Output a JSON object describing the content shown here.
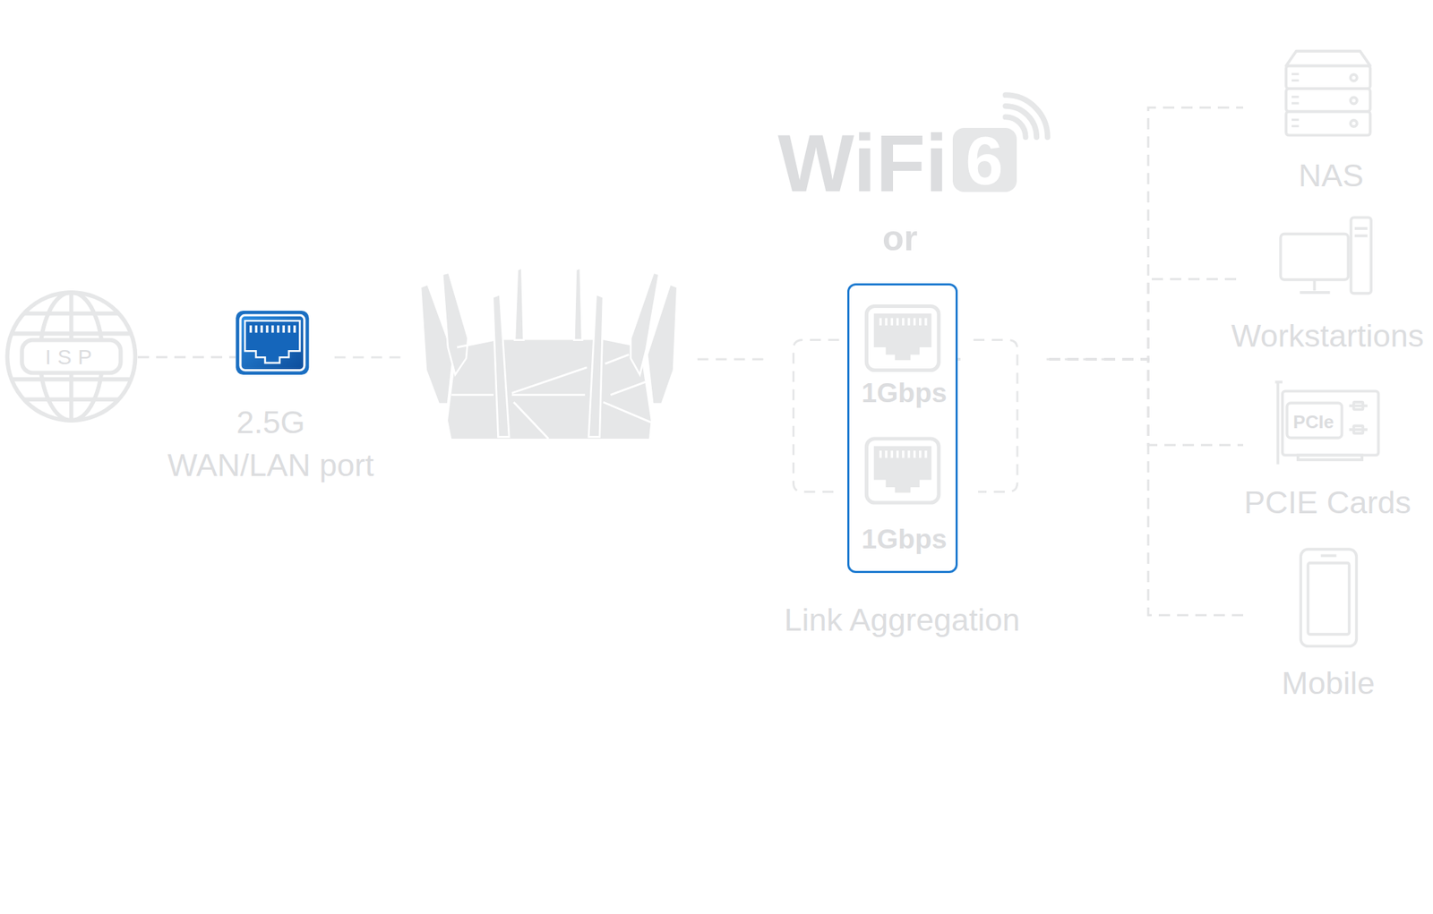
{
  "diagram": {
    "nodes": [
      {
        "text": [
          "ISP"
        ]
      },
      {
        "text": [
          "2.5G WAN/LAN port"
        ]
      },
      {
        "text": [
          "6"
        ]
      },
      {
        "text": [
          "Link Aggregation"
        ]
      },
      {
        "text": [
          "1Gbps"
        ],
        "in": 3
      },
      {
        "text": [
          "1Gbps"
        ],
        "in": 3
      },
      {
        "text": [
          "NAS"
        ]
      },
      {
        "text": [
          "Workstartions"
        ]
      },
      {
        "text": [
          "PCIE Cards"
        ]
      },
      {
        "text": [
          "Mobile"
        ]
      }
    ],
    "edges": [
      {
        "from": 0,
        "to": 1,
        "arrow": "none"
      },
      {
        "from": 3,
        "to": 6,
        "arrow": "none"
      },
      {
        "from": 3,
        "to": 7,
        "arrow": "none"
      },
      {
        "from": 3,
        "to": 8,
        "arrow": "none"
      },
      {
        "from": 3,
        "to": 9,
        "arrow": "none"
      }
    ],
    "labels": [
      "WiFi",
      "or",
      "PCIe"
    ]
  }
}
